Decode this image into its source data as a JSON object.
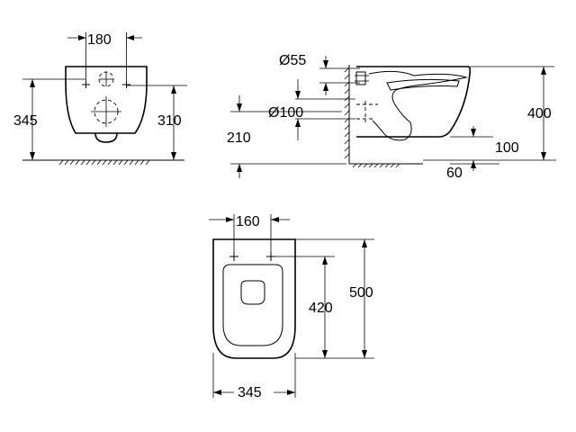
{
  "front_view": {
    "dim_mount_spacing": "180",
    "dim_height_total": "345",
    "dim_height_fixing": "310"
  },
  "side_view": {
    "dim_pipe_small": "Ø55",
    "dim_pipe_large": "Ø100",
    "dim_outlet_height": "210",
    "dim_height_total": "400",
    "dim_outlet_offset": "100",
    "dim_floor_gap": "60"
  },
  "top_view": {
    "dim_seat_spacing": "160",
    "dim_length_total": "500",
    "dim_length_fixing": "420",
    "dim_width": "345"
  }
}
